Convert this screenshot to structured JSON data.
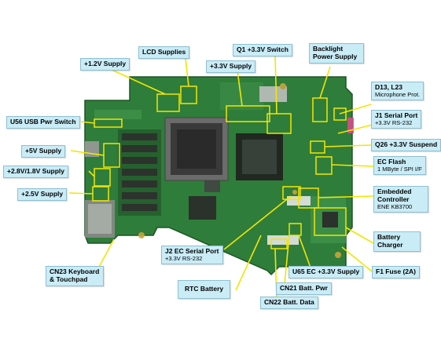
{
  "labels": {
    "lcd_supplies": {
      "title": "LCD Supplies"
    },
    "q1_switch": {
      "title": "Q1 +3.3V Switch"
    },
    "backlight": {
      "title": "Backlight Power Supply"
    },
    "v12": {
      "title": "+1.2V Supply"
    },
    "v33": {
      "title": "+3.3V Supply"
    },
    "d13": {
      "title": "D13, L23",
      "sub": "Microphone Prot."
    },
    "u56": {
      "title": "U56 USB Pwr Switch"
    },
    "j1": {
      "title": "J1 Serial Port",
      "sub": "+3.3V RS-232"
    },
    "q26": {
      "title": "Q26 +3.3V Suspend"
    },
    "v5": {
      "title": "+5V Supply"
    },
    "ec_flash": {
      "title": "EC Flash",
      "sub": "1 MByte / SPI I/F"
    },
    "v28": {
      "title": "+2.8V/1.8V Supply"
    },
    "ec": {
      "title": "Embedded Controller",
      "sub": "ENE KB3700"
    },
    "v25": {
      "title": "+2.5V Supply"
    },
    "charger": {
      "title": "Battery Charger"
    },
    "j2": {
      "title": "J2 EC Serial Port",
      "sub": "+3.3V RS-232"
    },
    "cn23": {
      "title": "CN23 Keyboard & Touchpad"
    },
    "u65": {
      "title": "U65 EC +3.3V Supply"
    },
    "f1": {
      "title": "F1 Fuse (2A)"
    },
    "rtc": {
      "title": "RTC Battery"
    },
    "cn21": {
      "title": "CN21 Batt. Pwr"
    },
    "cn22": {
      "title": "CN22 Batt. Data"
    }
  },
  "colors": {
    "board": "#2f7d3a",
    "label_bg": "#c9ecf7",
    "leader": "#f2e600",
    "highlight": "#f2e600"
  }
}
